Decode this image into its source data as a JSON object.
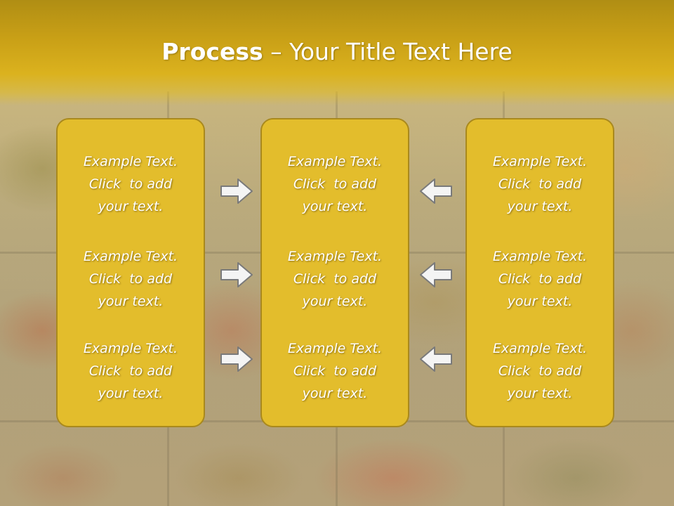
{
  "title": {
    "bold": "Process",
    "rest": " – Your Title Text Here"
  },
  "columns": [
    {
      "items": [
        [
          "Example Text.",
          "Click  to add",
          "your text."
        ],
        [
          "Example Text.",
          "Click  to add",
          "your text."
        ],
        [
          "Example Text.",
          "Click  to add",
          "your text."
        ]
      ]
    },
    {
      "items": [
        [
          "Example Text.",
          "Click  to add",
          "your text."
        ],
        [
          "Example Text.",
          "Click  to add",
          "your text."
        ],
        [
          "Example Text.",
          "Click  to add",
          "your text."
        ]
      ]
    },
    {
      "items": [
        [
          "Example Text.",
          "Click  to add",
          "your text."
        ],
        [
          "Example Text.",
          "Click  to add",
          "your text."
        ],
        [
          "Example Text.",
          "Click  to add",
          "your text."
        ]
      ]
    }
  ],
  "arrows": {
    "left_group_direction": "right",
    "right_group_direction": "left",
    "fill": "#f4f4f4",
    "stroke": "#7a7a7a"
  },
  "colors": {
    "title_band": "#c89f16",
    "box_fill": "#e3bd2c",
    "box_border": "#a9891d",
    "text": "#ffffff"
  }
}
